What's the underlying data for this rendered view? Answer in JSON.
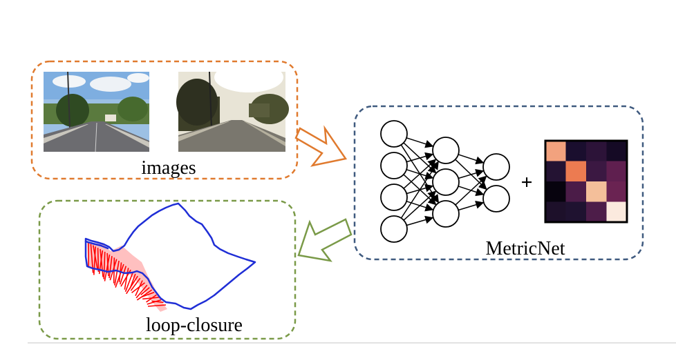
{
  "labels": {
    "images": "images",
    "metricnet": "MetricNet",
    "loop_closure": "loop-closure",
    "plus": "+"
  },
  "colors": {
    "images_box": "#e07a2e",
    "metricnet_box": "#3f5a7f",
    "loop_box": "#7a9a48",
    "trajectory": "#1f2ed6",
    "closure_lines": "#ff0000",
    "heatmap_border": "#000000"
  },
  "network": {
    "layers": [
      4,
      3,
      2
    ]
  },
  "heatmap": {
    "size": 4,
    "cells": [
      [
        "#f2a27e",
        "#1a0e2e",
        "#2c1338",
        "#150a25"
      ],
      [
        "#241333",
        "#ec7b51",
        "#3b1842",
        "#5f1f4f"
      ],
      [
        "#07030e",
        "#4b1c48",
        "#f4bf9a",
        "#6a2352"
      ],
      [
        "#1d102a",
        "#1f1230",
        "#4d1d49",
        "#fbeade"
      ]
    ]
  }
}
